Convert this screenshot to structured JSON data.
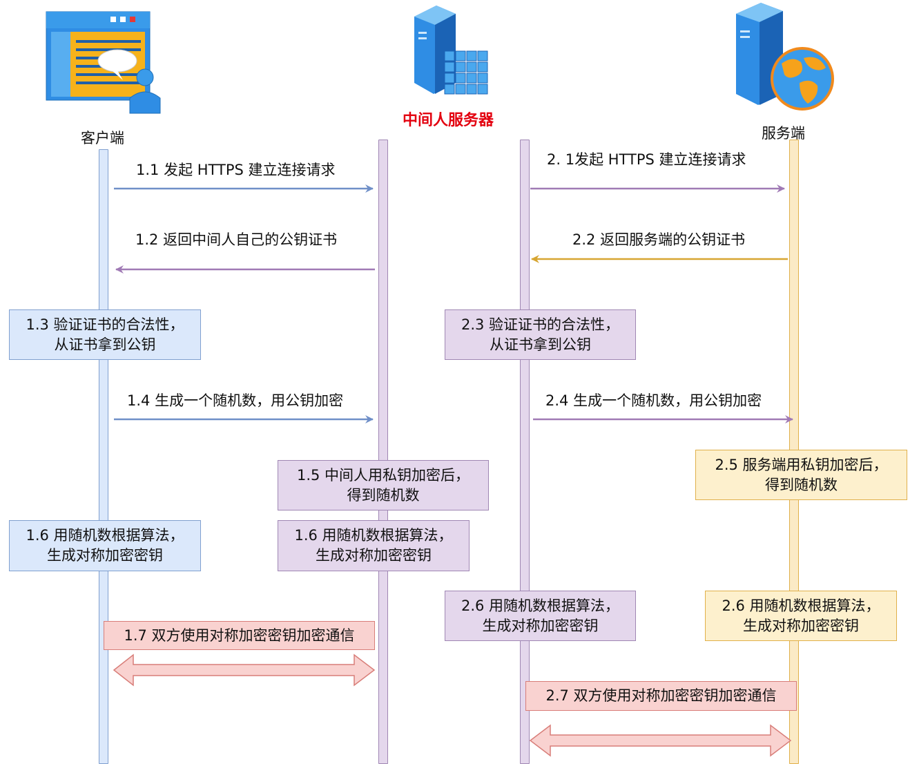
{
  "actors": {
    "client": "客户端",
    "mitm": "中间人服务器",
    "server": "服务端"
  },
  "colors": {
    "mitm_title": "#e3000f",
    "client_fill": "#dbe8fb",
    "client_stroke": "#7f9fcf",
    "mitm_fill": "#e4d7ec",
    "mitm_stroke": "#9f86b3",
    "server_fill": "#fdf0cd",
    "server_stroke": "#e0b04a",
    "comm_fill": "#f9d2d0",
    "comm_stroke": "#d87d78",
    "arrow_blue": "#6f8fc8",
    "arrow_purple": "#a07ab5",
    "arrow_gold": "#d7a531"
  },
  "icons": {
    "client": "browser-user-icon",
    "mitm": "server-database-icon",
    "server": "server-globe-icon"
  },
  "messages": {
    "m1_1": "1.1 发起 HTTPS 建立连接请求",
    "m1_2": "1.2 返回中间人自己的公钥证书",
    "m1_4": "1.4 生成一个随机数，用公钥加密",
    "m2_1": "2. 1发起 HTTPS 建立连接请求",
    "m2_2": "2.2 返回服务端的公钥证书",
    "m2_4": "2.4 生成一个随机数，用公钥加密"
  },
  "notes": {
    "n1_3": [
      "1.3 验证证书的合法性，",
      "从证书拿到公钥"
    ],
    "n2_3": [
      "2.3 验证证书的合法性，",
      "从证书拿到公钥"
    ],
    "n1_5": [
      "1.5 中间人用私钥加密后，",
      "得到随机数"
    ],
    "n2_5": [
      "2.5 服务端用私钥加密后，",
      "得到随机数"
    ],
    "n1_6_client": [
      "1.6 用随机数根据算法，",
      "生成对称加密密钥"
    ],
    "n1_6_mitm": [
      "1.6 用随机数根据算法，",
      "生成对称加密密钥"
    ],
    "n2_6_mitm": [
      "2.6 用随机数根据算法，",
      "生成对称加密密钥"
    ],
    "n2_6_server": [
      "2.6 用随机数根据算法，",
      "生成对称加密密钥"
    ],
    "n1_7": "1.7 双方使用对称加密密钥加密通信",
    "n2_7": "2.7 双方使用对称加密密钥加密通信"
  }
}
